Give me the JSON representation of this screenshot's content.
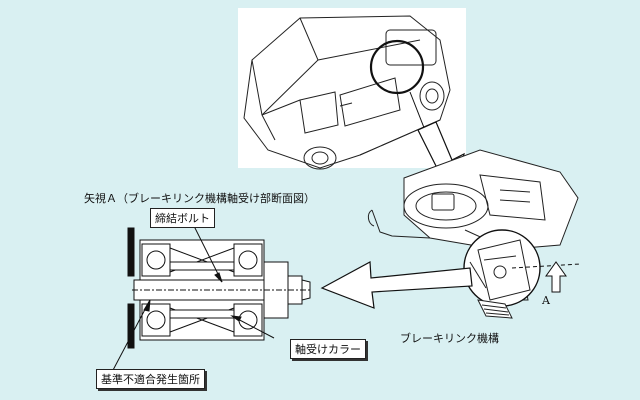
{
  "diagram": {
    "view_title": "矢視Ａ（ブレーキリンク機構軸受け部断面図）",
    "callouts": {
      "bolt": "締結ボルト",
      "collar": "軸受けカラー",
      "defect": "基準不適合発生箇所",
      "mechanism": "ブレーキリンク機構",
      "arrow_a": "A"
    }
  }
}
